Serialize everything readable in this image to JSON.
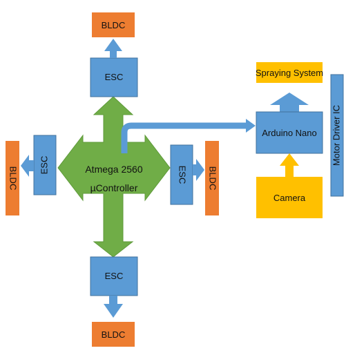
{
  "colors": {
    "esc": "#5b9bd5",
    "esc_border": "#41719c",
    "bldc": "#ed7d31",
    "controller": "#70ad47",
    "accent": "#ffc000",
    "background": "#ffffff"
  },
  "nodes": {
    "controller_line1": "Atmega 2560",
    "controller_line2": "µController",
    "esc_top": "ESC",
    "esc_bottom": "ESC",
    "esc_left": "ESC",
    "esc_right": "ESC",
    "bldc_top": "BLDC",
    "bldc_bottom": "BLDC",
    "bldc_left": "BLDC",
    "bldc_right": "BLDC",
    "arduino": "Arduino Nano",
    "spraying": "Spraying System",
    "camera": "Camera",
    "motor_driver": "Motor Driver IC"
  }
}
